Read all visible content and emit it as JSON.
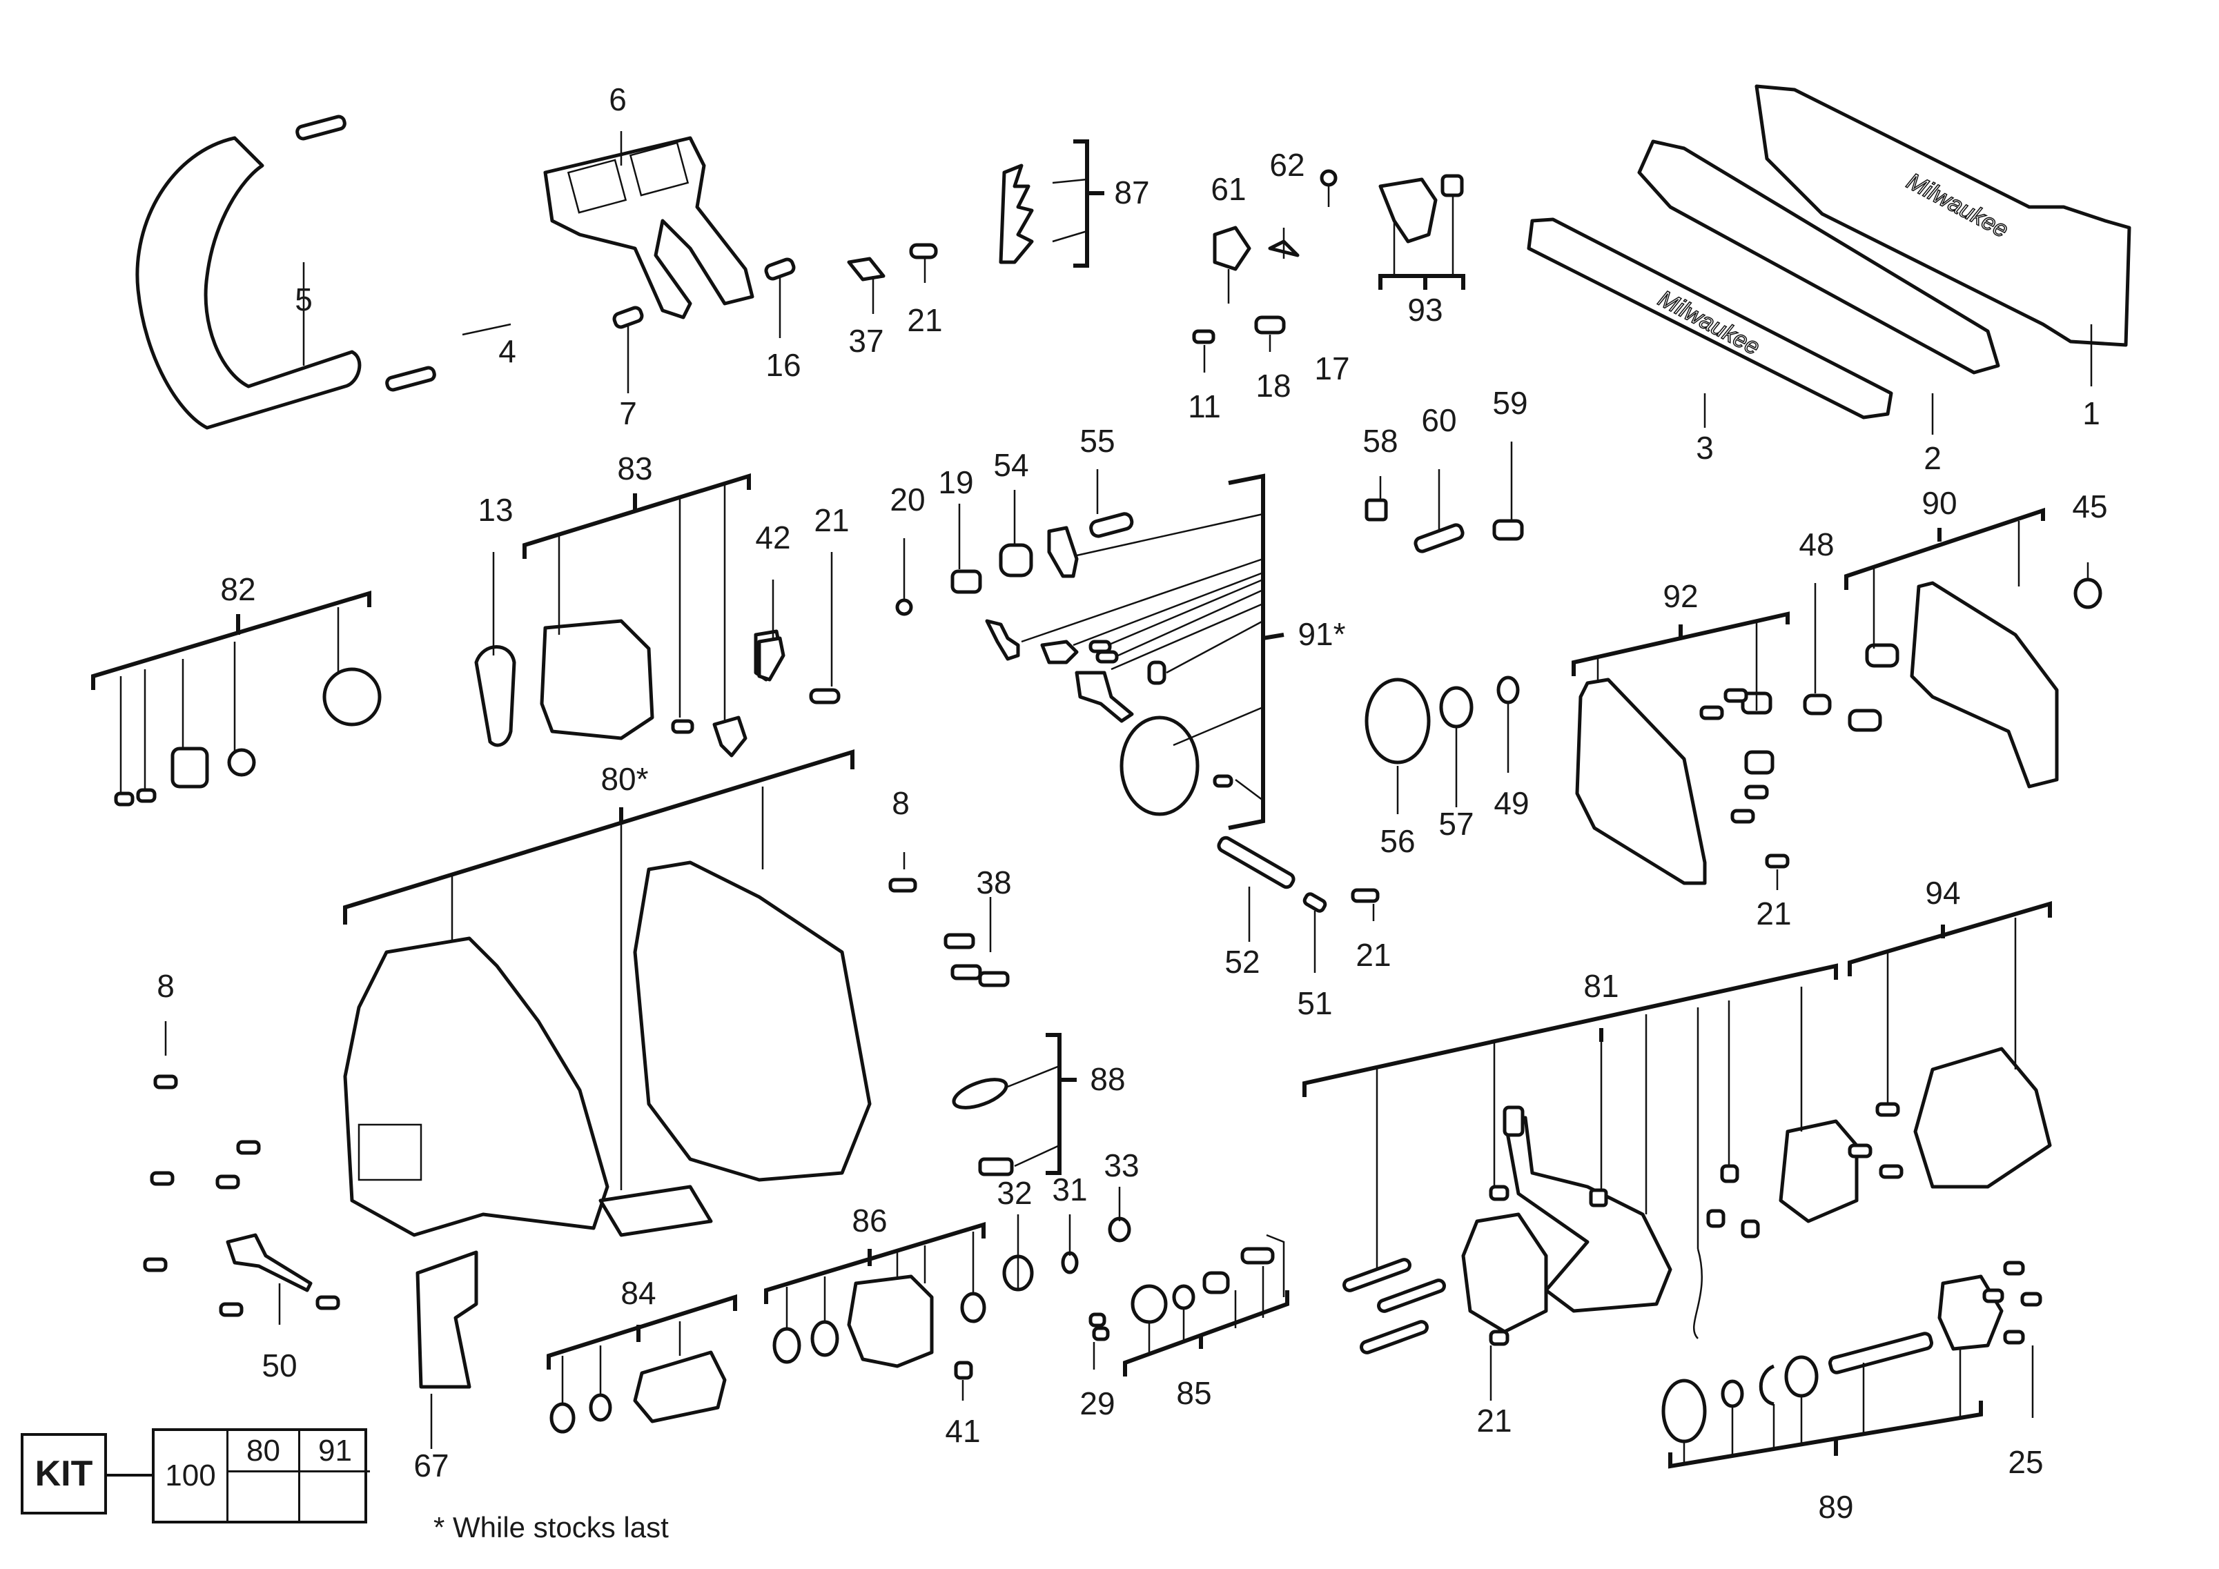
{
  "diagram": {
    "title": "Exploded parts diagram",
    "brand_marks": [
      "Milwaukee",
      "Milwaukee"
    ],
    "callouts": [
      {
        "id": "c1",
        "label": "1"
      },
      {
        "id": "c2",
        "label": "2"
      },
      {
        "id": "c3",
        "label": "3"
      },
      {
        "id": "c4",
        "label": "4"
      },
      {
        "id": "c5",
        "label": "5"
      },
      {
        "id": "c6",
        "label": "6"
      },
      {
        "id": "c7",
        "label": "7"
      },
      {
        "id": "c8a",
        "label": "8"
      },
      {
        "id": "c8b",
        "label": "8"
      },
      {
        "id": "c11",
        "label": "11"
      },
      {
        "id": "c13",
        "label": "13"
      },
      {
        "id": "c16",
        "label": "16"
      },
      {
        "id": "c17",
        "label": "17"
      },
      {
        "id": "c18",
        "label": "18"
      },
      {
        "id": "c19",
        "label": "19"
      },
      {
        "id": "c20",
        "label": "20"
      },
      {
        "id": "c21a",
        "label": "21"
      },
      {
        "id": "c21b",
        "label": "21"
      },
      {
        "id": "c21c",
        "label": "21"
      },
      {
        "id": "c21d",
        "label": "21"
      },
      {
        "id": "c21e",
        "label": "21"
      },
      {
        "id": "c25",
        "label": "25"
      },
      {
        "id": "c29",
        "label": "29"
      },
      {
        "id": "c31",
        "label": "31"
      },
      {
        "id": "c32",
        "label": "32"
      },
      {
        "id": "c33",
        "label": "33"
      },
      {
        "id": "c37",
        "label": "37"
      },
      {
        "id": "c38",
        "label": "38"
      },
      {
        "id": "c41",
        "label": "41"
      },
      {
        "id": "c42",
        "label": "42"
      },
      {
        "id": "c45",
        "label": "45"
      },
      {
        "id": "c48",
        "label": "48"
      },
      {
        "id": "c49",
        "label": "49"
      },
      {
        "id": "c50",
        "label": "50"
      },
      {
        "id": "c51",
        "label": "51"
      },
      {
        "id": "c52",
        "label": "52"
      },
      {
        "id": "c54",
        "label": "54"
      },
      {
        "id": "c55",
        "label": "55"
      },
      {
        "id": "c56",
        "label": "56"
      },
      {
        "id": "c57",
        "label": "57"
      },
      {
        "id": "c58",
        "label": "58"
      },
      {
        "id": "c59",
        "label": "59"
      },
      {
        "id": "c60",
        "label": "60"
      },
      {
        "id": "c61",
        "label": "61"
      },
      {
        "id": "c62",
        "label": "62"
      },
      {
        "id": "c67",
        "label": "67"
      },
      {
        "id": "c80",
        "label": "80*"
      },
      {
        "id": "c81",
        "label": "81"
      },
      {
        "id": "c82",
        "label": "82"
      },
      {
        "id": "c83",
        "label": "83"
      },
      {
        "id": "c84",
        "label": "84"
      },
      {
        "id": "c85",
        "label": "85"
      },
      {
        "id": "c86",
        "label": "86"
      },
      {
        "id": "c87",
        "label": "87"
      },
      {
        "id": "c88",
        "label": "88"
      },
      {
        "id": "c89",
        "label": "89"
      },
      {
        "id": "c90",
        "label": "90"
      },
      {
        "id": "c91",
        "label": "91*"
      },
      {
        "id": "c92",
        "label": "92"
      },
      {
        "id": "c93",
        "label": "93"
      },
      {
        "id": "c94",
        "label": "94"
      }
    ]
  },
  "kit": {
    "label": "KIT",
    "number": "100",
    "columns": [
      "80",
      "91"
    ]
  },
  "footnote": "* While stocks last"
}
